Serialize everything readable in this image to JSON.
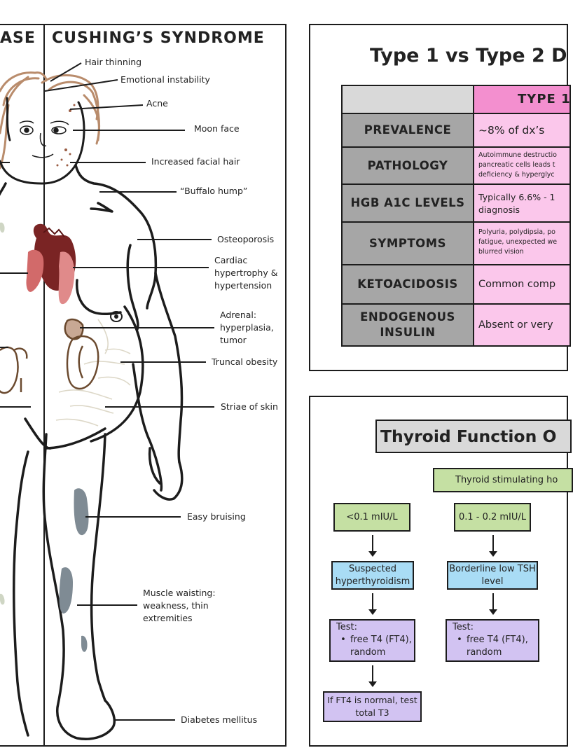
{
  "body_panel": {
    "left_title_fragment": "ASE",
    "right_title": "CUSHING’S SYNDROME",
    "labels": {
      "hair_thinning": "Hair thinning",
      "emotional_instability": "Emotional instability",
      "acne": "Acne",
      "moon_face": "Moon face",
      "increased_facial_hair": "Increased facial hair",
      "buffalo_hump": "“Buffalo hump”",
      "osteoporosis": "Osteoporosis",
      "cardiac_1": "Cardiac",
      "cardiac_2": "hypertrophy &",
      "cardiac_3": "hypertension",
      "adrenal_1": "Adrenal:",
      "adrenal_2": "hyperplasia,",
      "adrenal_3": "tumor",
      "truncal_obesity": "Truncal obesity",
      "striae": "Striae of skin",
      "easy_bruising": "Easy bruising",
      "muscle_1": "Muscle waisting:",
      "muscle_2": "weakness, thin",
      "muscle_3": "extremities",
      "diabetes": "Diabetes mellitus"
    }
  },
  "diabetes_table": {
    "title": "Type 1 vs Type 2 D",
    "col_header": "TYPE 1",
    "rows": [
      {
        "head": "PREVALENCE",
        "value": "~8% of dx’s"
      },
      {
        "head": "PATHOLOGY",
        "value_1": "Autoimmune destructio",
        "value_2": "pancreatic cells leads t",
        "value_3": "deficiency & hyperglyc"
      },
      {
        "head": "HGB A1C LEVELS",
        "value_1": "Typically 6.6% - 1",
        "value_2": "diagnosis"
      },
      {
        "head": "SYMPTOMS",
        "value_1": "Polyuria, polydipsia, po",
        "value_2": "fatigue, unexpected we",
        "value_3": "blurred vision"
      },
      {
        "head": "KETOACIDOSIS",
        "value": "Common comp"
      },
      {
        "head_1": "ENDOGENOUS",
        "head_2": "INSULIN",
        "value": "Absent or very"
      }
    ]
  },
  "thyroid_panel": {
    "title": "Thyroid Function O",
    "tsh_box": "Thyroid stimulating ho",
    "branch1": {
      "range": "<0.1 mIU/L",
      "suspect_1": "Suspected",
      "suspect_2": "hyperthyroidism",
      "test_label": "Test:",
      "test_item_1": "free T4 (FT4),",
      "test_item_2": "random",
      "followup_1": "If FT4 is normal, test",
      "followup_2": "total T3"
    },
    "branch2": {
      "range": "0.1 - 0.2 mIU/L",
      "suspect_1": "Borderline low TSH",
      "suspect_2": "level",
      "test_label": "Test:",
      "test_item_1": "free T4 (FT4),",
      "test_item_2": "random"
    }
  },
  "colors": {
    "row_header_gray": "#a6a6a6",
    "type1_pink": "#fbc7eb",
    "type1_header_pink": "#f38fcf",
    "green_box": "#c5e0a3",
    "blue_box": "#a9dcf5",
    "purple_box": "#d2c3f2"
  }
}
